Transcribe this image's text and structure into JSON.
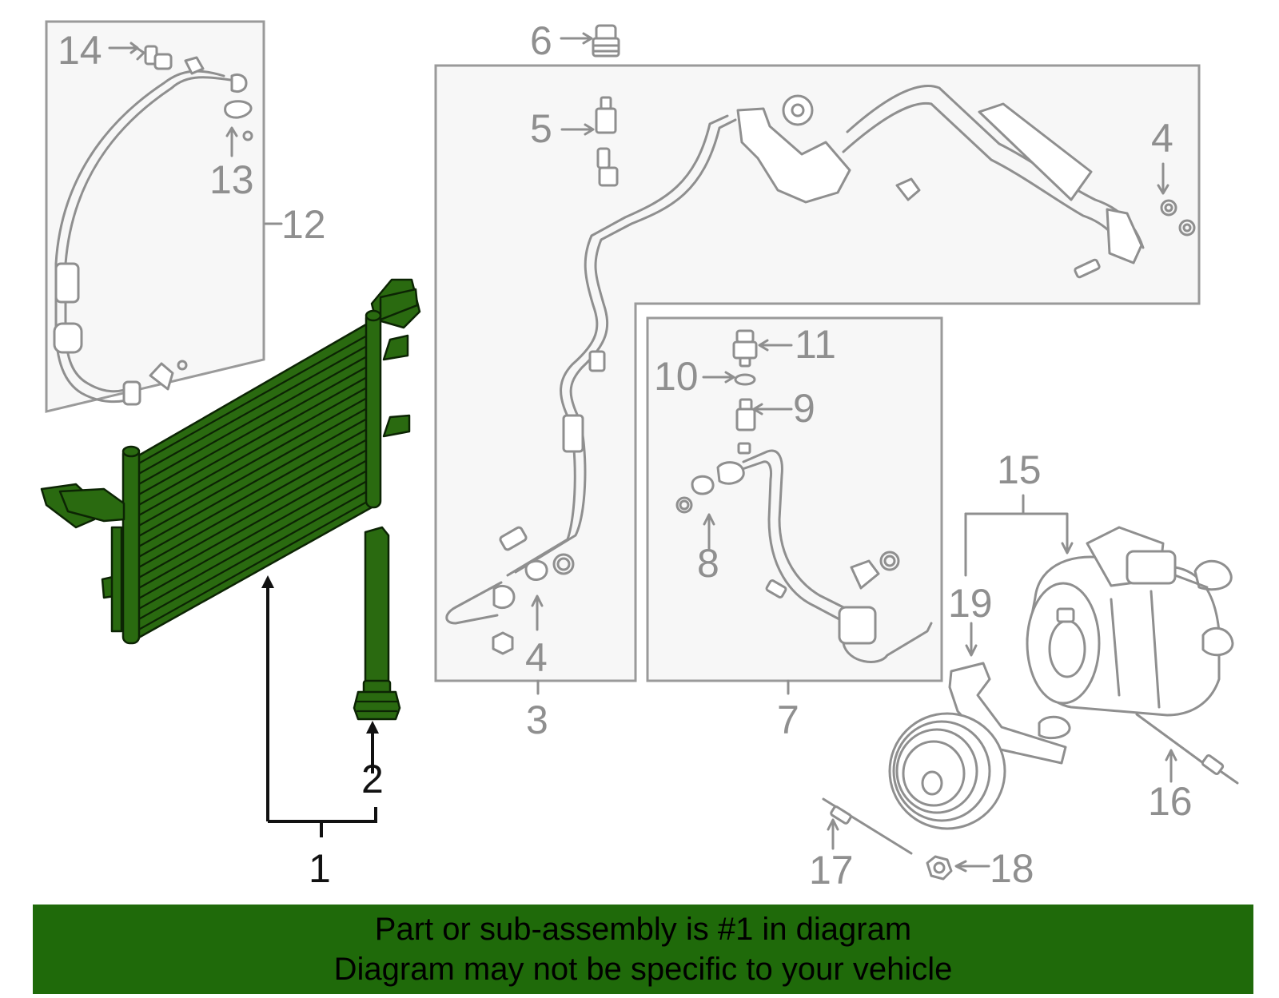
{
  "callouts": {
    "c1": "1",
    "c2": "2",
    "c3": "3",
    "c4a": "4",
    "c4b": "4",
    "c5": "5",
    "c6": "6",
    "c7": "7",
    "c8": "8",
    "c9": "9",
    "c10": "10",
    "c11": "11",
    "c12": "12",
    "c13": "13",
    "c14": "14",
    "c15": "15",
    "c16": "16",
    "c17": "17",
    "c18": "18",
    "c19": "19"
  },
  "highlighted_part": "1",
  "banner": {
    "line1": "Part or sub-assembly is #1 in diagram",
    "line2": "Diagram may not be specific to your vehicle"
  },
  "colors": {
    "highlight_green": "#2a6a10",
    "banner_green": "#1f6a0a",
    "line_gray": "#8f8f8f"
  }
}
